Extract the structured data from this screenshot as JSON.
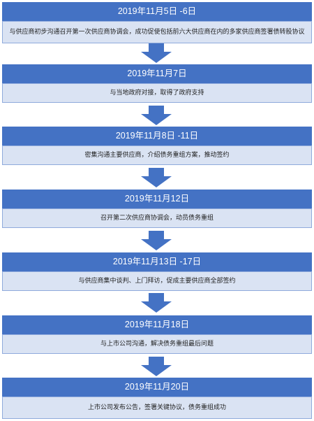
{
  "steps": [
    {
      "date": "2019年11月5日 -6日",
      "text": "与供应商初步沟通召开第一次供应商协调会，成功促使包括前六大供应商在内的多家供应商签署债转股协议"
    },
    {
      "date": "2019年11月7日",
      "text": "与当地政府对接，取得了政府支持"
    },
    {
      "date": "2019年11月8日 -11日",
      "text": "密集沟通主要供应商，介绍债务重组方案，推动签约"
    },
    {
      "date": "2019年11月12日",
      "text": "召开第二次供应商协调会，动员债务重组"
    },
    {
      "date": "2019年11月13日 -17日",
      "text": "与供应商集中谈判、上门拜访，促成主要供应商全部签约"
    },
    {
      "date": "2019年11月18日",
      "text": "与上市公司沟通，解决债务重组最后问题"
    },
    {
      "date": "2019年11月20日",
      "text": "上市公司发布公告，签署关键协议，债务重组成功"
    }
  ],
  "colors": {
    "date_bar": "#4472c4",
    "desc_bg": "#dae3f3",
    "desc_border": "#8faadc",
    "arrow": "#4472c4"
  }
}
